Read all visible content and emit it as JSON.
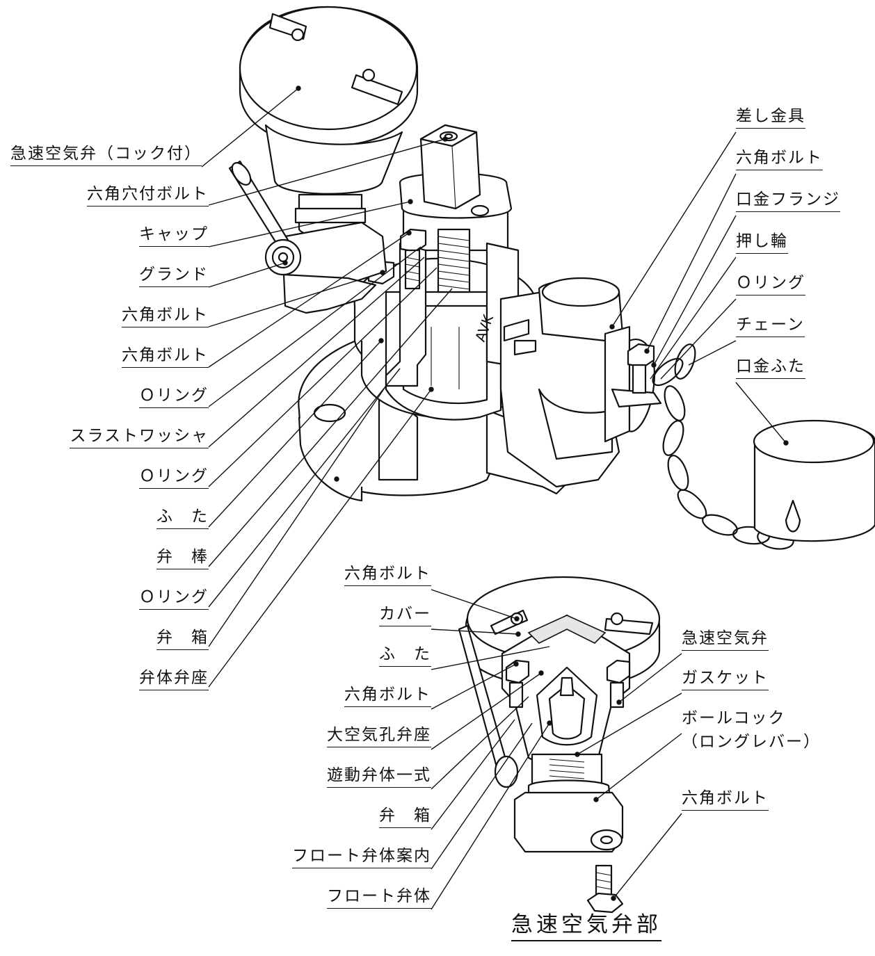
{
  "labels_left_main": [
    "急速空気弁（コック付）",
    "六角穴付ボルト",
    "キャップ",
    "グランド",
    "六角ボルト",
    "六角ボルト",
    "Ｏリング",
    "スラストワッシャ",
    "Ｏリング",
    "ふ　た",
    "弁　棒",
    "Ｏリング",
    "弁　箱",
    "弁体弁座"
  ],
  "labels_right_main": [
    "差し金具",
    "六角ボルト",
    "口金フランジ",
    "押し輪",
    "Ｏリング",
    "チェーン",
    "口金ふた"
  ],
  "labels_left_detail": [
    "六角ボルト",
    "カバー",
    "ふ　た",
    "六角ボルト",
    "大空気孔弁座",
    "遊動弁体一式",
    "弁　箱",
    "フロート弁体案内",
    "フロート弁体"
  ],
  "labels_right_detail": [
    "急速空気弁",
    "ガスケット",
    "ボールコック",
    "（ロングレバー）",
    "六角ボルト"
  ],
  "caption": "急速空気弁部"
}
